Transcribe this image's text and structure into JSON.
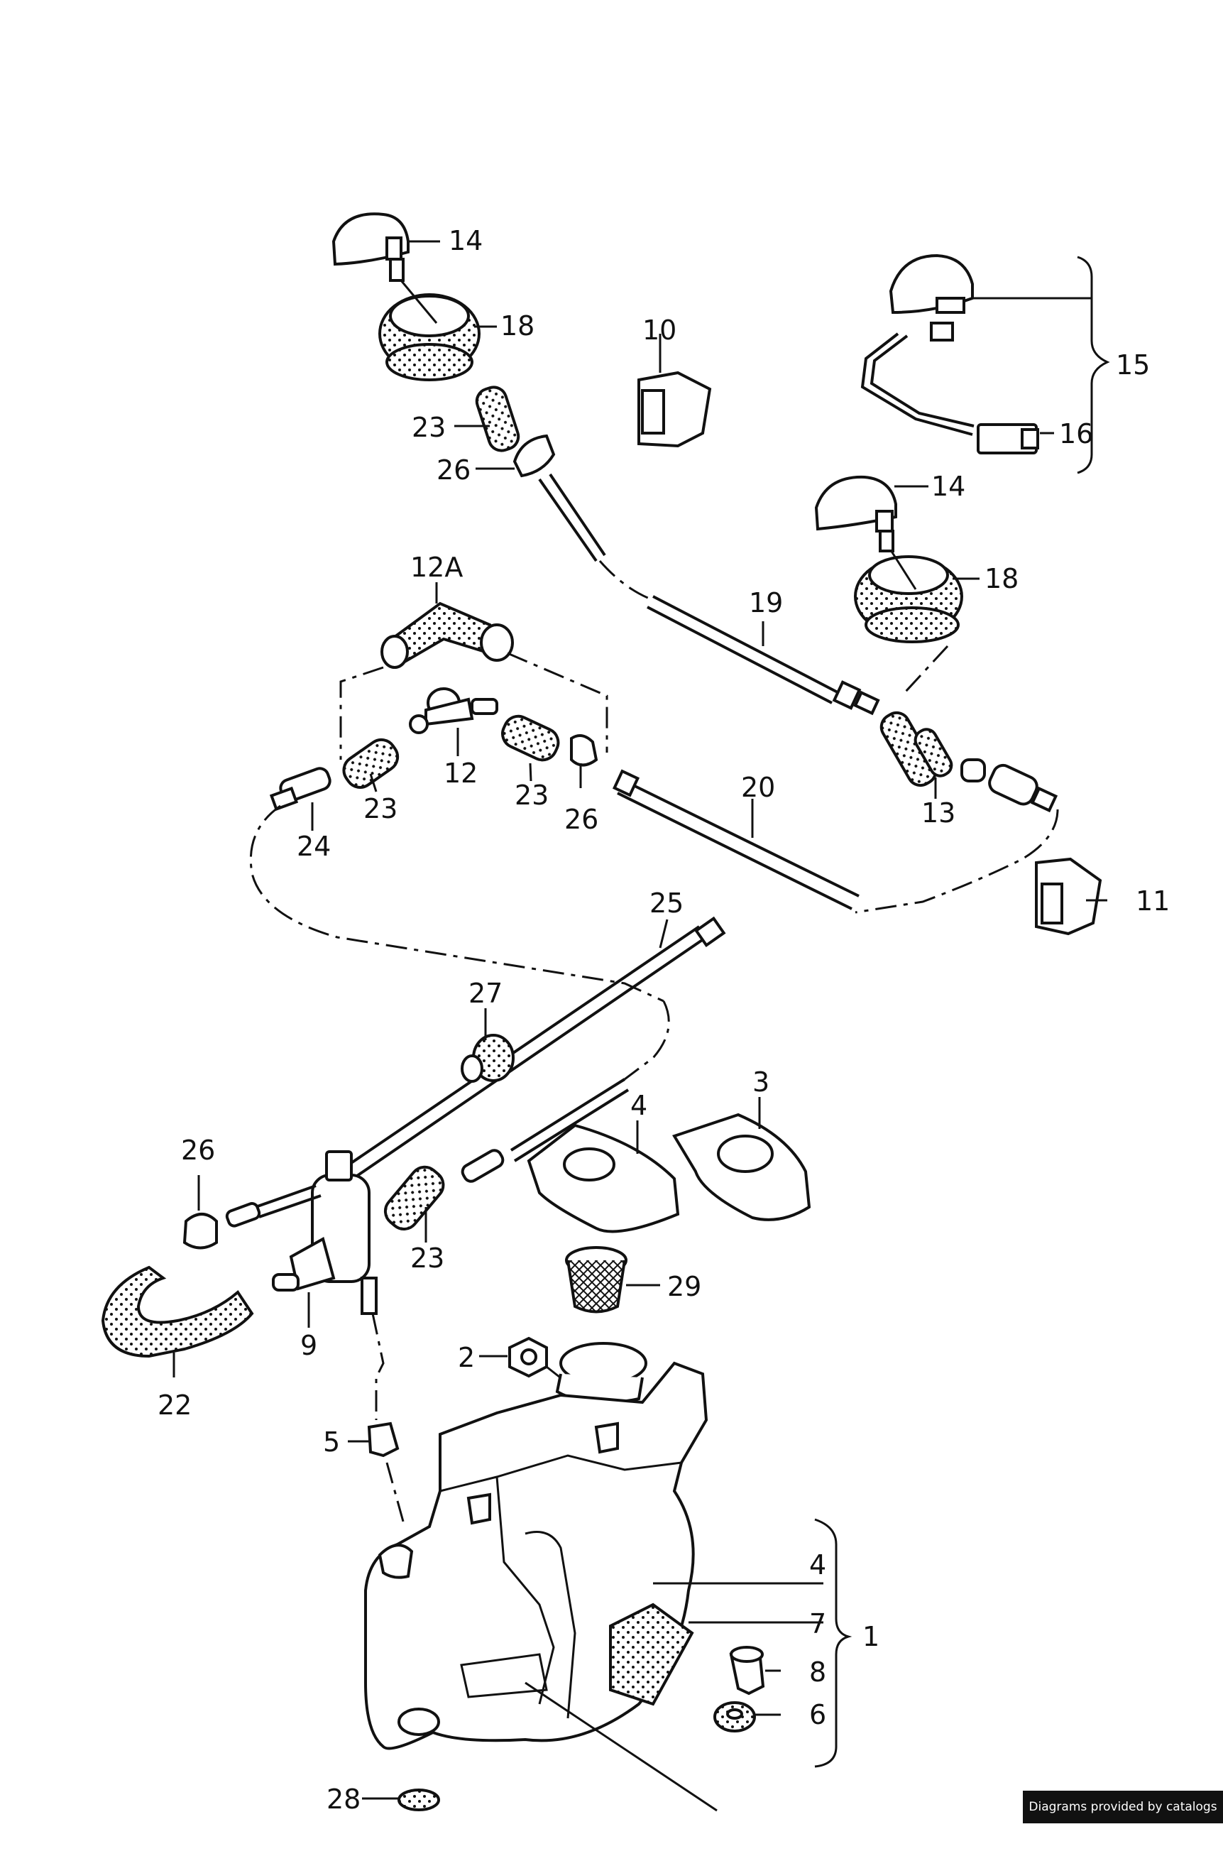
{
  "callouts": {
    "c14a": "14",
    "c18a": "18",
    "c23a": "23",
    "c26a": "26",
    "c10": "10",
    "c15": "15",
    "c16": "16",
    "c14b": "14",
    "c18b": "18",
    "c12A": "12A",
    "c19": "19",
    "c12": "12",
    "c23b": "23",
    "c23c": "23",
    "c26b": "26",
    "c24": "24",
    "c20": "20",
    "c13": "13",
    "c11": "11",
    "c25": "25",
    "c27": "27",
    "c3": "3",
    "c4a": "4",
    "c26c": "26",
    "c23d": "23",
    "c29": "29",
    "c9": "9",
    "c22": "22",
    "c2": "2",
    "c5": "5",
    "c4b": "4",
    "c7": "7",
    "c1": "1",
    "c8": "8",
    "c6": "6",
    "c28": "28"
  },
  "footer": {
    "text": "Diagrams provided by catalogs parts"
  }
}
